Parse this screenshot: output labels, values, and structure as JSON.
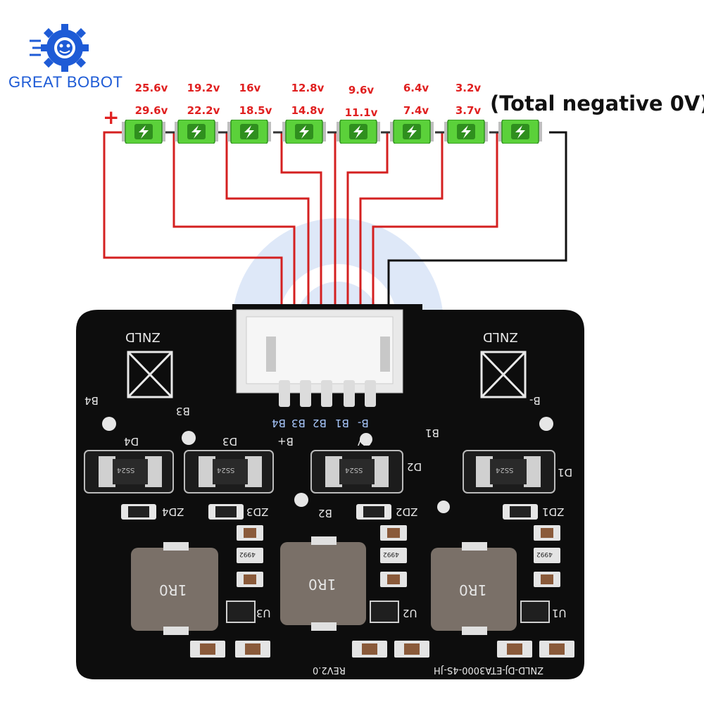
{
  "brand": {
    "name": "GREAT BOBOT",
    "logo_icon": "gear-robot-logo-icon",
    "color": "#1e5bd6"
  },
  "diagram": {
    "positive_symbol": "+",
    "note": "(Total negative 0V)",
    "cells": [
      {
        "voltage_top": "25.6v",
        "voltage_bottom": "29.6v"
      },
      {
        "voltage_top": "19.2v",
        "voltage_bottom": "22.2v"
      },
      {
        "voltage_top": "16v",
        "voltage_bottom": "18.5v"
      },
      {
        "voltage_top": "12.8v",
        "voltage_bottom": "14.8v"
      },
      {
        "voltage_top": "9.6v",
        "voltage_bottom": "11.1v"
      },
      {
        "voltage_top": "6.4v",
        "voltage_bottom": "7.4v"
      },
      {
        "voltage_top": "3.2v",
        "voltage_bottom": "3.7v"
      },
      {
        "voltage_top": "",
        "voltage_bottom": ""
      }
    ],
    "wire_colors": {
      "positive": "#d42020",
      "negative": "#111111"
    },
    "cell_colors": {
      "body": "#5bd13a",
      "dark": "#2f8f1e",
      "cap": "#bfbfbf"
    }
  },
  "board": {
    "color": "#0d0d0d",
    "silkscreen": {
      "brand_left": "ZNLD",
      "brand_right": "ZNLD",
      "pins": [
        "B4",
        "B3",
        "B2",
        "B1",
        "B-"
      ],
      "b_minus_0v": "0V",
      "connector_labels": [
        "B4",
        "B3",
        "B2",
        "B1",
        "B-"
      ],
      "diodes": [
        "D4",
        "D3",
        "D2",
        "D1"
      ],
      "zeners": [
        "ZD4",
        "ZD3",
        "ZD2",
        "ZD1"
      ],
      "b_plus": "B+",
      "ics": [
        "U3",
        "U2",
        "U1"
      ],
      "inductor_value": "1R0",
      "diode_marking": "SS24",
      "resistor_marking": "4992",
      "model": "ZNLD-DJ-ETA3000-4S-JH",
      "revision": "REV2.0"
    }
  }
}
